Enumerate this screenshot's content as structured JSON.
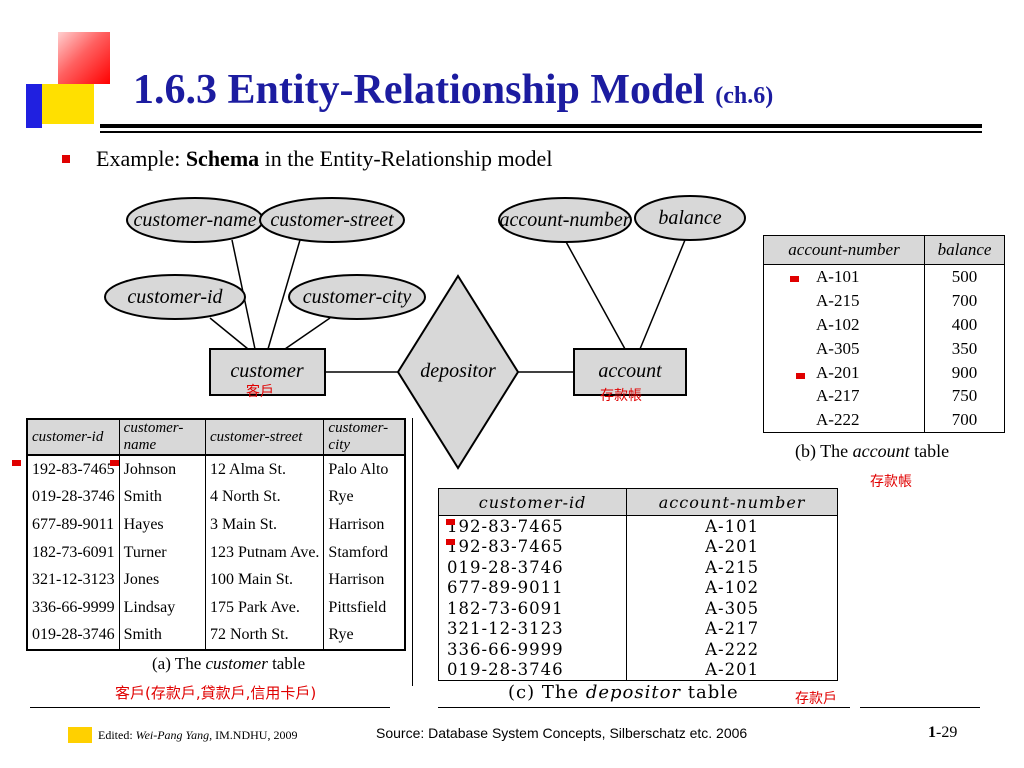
{
  "slide": {
    "title_main": "1.6.3 Entity-Relationship Model",
    "title_sub": "(ch.6)",
    "bullet": {
      "prefix": "Example: ",
      "bold": "Schema",
      "suffix": " in the Entity-Relationship model"
    }
  },
  "er_diagram": {
    "attributes": {
      "customer_name": "customer-name",
      "customer_street": "customer-street",
      "customer_id": "customer-id",
      "customer_city": "customer-city",
      "account_number": "account-number",
      "balance": "balance"
    },
    "entities": {
      "customer": "customer",
      "account": "account"
    },
    "relationship": "depositor",
    "notes": {
      "customer_cn": "客戶",
      "account_cn": "存款帳"
    }
  },
  "customer_table": {
    "headers": [
      "customer-id",
      "customer-name",
      "customer-street",
      "customer-city"
    ],
    "rows": [
      [
        "192-83-7465",
        "Johnson",
        "12 Alma St.",
        "Palo Alto"
      ],
      [
        "019-28-3746",
        "Smith",
        "4 North St.",
        "Rye"
      ],
      [
        "677-89-9011",
        "Hayes",
        "3 Main St.",
        "Harrison"
      ],
      [
        "182-73-6091",
        "Turner",
        "123 Putnam Ave.",
        "Stamford"
      ],
      [
        "321-12-3123",
        "Jones",
        "100 Main St.",
        "Harrison"
      ],
      [
        "336-66-9999",
        "Lindsay",
        "175 Park Ave.",
        "Pittsfield"
      ],
      [
        "019-28-3746",
        "Smith",
        "72 North St.",
        "Rye"
      ]
    ],
    "caption_prefix": "(a) The ",
    "caption_italic": "customer",
    "caption_suffix": " table",
    "note_cn": "客戶(存款戶,貸款戶,信用卡戶)"
  },
  "account_table": {
    "headers": [
      "account-number",
      "balance"
    ],
    "rows": [
      [
        "A-101",
        "500"
      ],
      [
        "A-215",
        "700"
      ],
      [
        "A-102",
        "400"
      ],
      [
        "A-305",
        "350"
      ],
      [
        "A-201",
        "900"
      ],
      [
        "A-217",
        "750"
      ],
      [
        "A-222",
        "700"
      ]
    ],
    "caption_prefix": "(b) The ",
    "caption_italic": "account",
    "caption_suffix": " table",
    "note_cn": "存款帳"
  },
  "depositor_table": {
    "headers": [
      "customer-id",
      "account-number"
    ],
    "rows": [
      [
        "192-83-7465",
        "A-101"
      ],
      [
        "192-83-7465",
        "A-201"
      ],
      [
        "019-28-3746",
        "A-215"
      ],
      [
        "677-89-9011",
        "A-102"
      ],
      [
        "182-73-6091",
        "A-305"
      ],
      [
        "321-12-3123",
        "A-217"
      ],
      [
        "336-66-9999",
        "A-222"
      ],
      [
        "019-28-3746",
        "A-201"
      ]
    ],
    "caption_prefix": "(c) The ",
    "caption_italic": "depositor",
    "caption_suffix": " table",
    "note_cn": "存款戶"
  },
  "footer": {
    "edited_label": "Edited: ",
    "author": "Wei-Pang Yang,",
    "org": " IM.NDHU, 2009",
    "source": "Source: Database System Concepts, Silberschatz etc. 2006",
    "page_bold": "1",
    "page_rest": "-29"
  },
  "colors": {
    "title": "#1c1ca0",
    "accent_red": "#e00000",
    "logo_yellow": "#ffe000",
    "logo_blue": "#2020e0",
    "header_gray": "#d8d8d8"
  }
}
